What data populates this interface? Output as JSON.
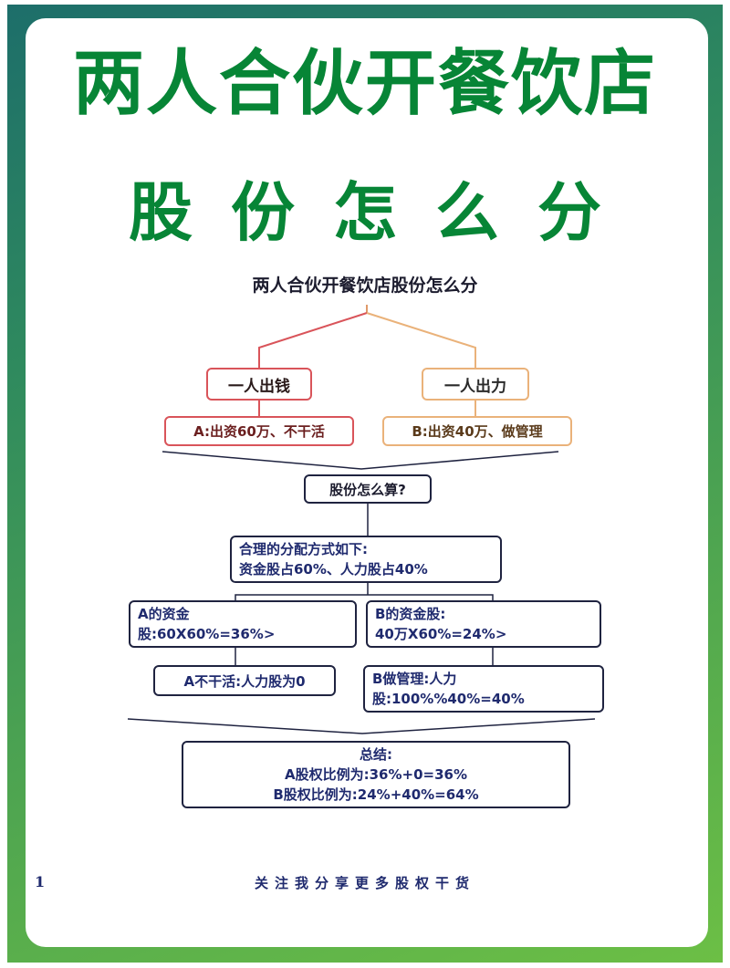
{
  "header": {
    "title_line1": "两人合伙开餐饮店",
    "title_line2": "股份怎么分"
  },
  "diagram": {
    "root": "两人合伙开餐饮店股份怎么分",
    "branch_a": {
      "label": "一人出钱",
      "detail": "A:出资60万、不干活",
      "color": "#d9545a"
    },
    "branch_b": {
      "label": "一人出力",
      "detail": "B:出资40万、做管理",
      "color": "#eab27a"
    },
    "question": "股份怎么算?",
    "method": {
      "line1": "合理的分配方式如下:",
      "line2": "资金股占60%、人力股占40%"
    },
    "a_capital": {
      "line1": "A的资金",
      "line2": "股:60X60%=36%>"
    },
    "b_capital": {
      "line1": "B的资金股:",
      "line2": "40万X60%=24%>"
    },
    "a_labor": "A不干活:人力股为0",
    "b_labor": {
      "line1": "B做管理:人力",
      "line2": "股:100%%40%=40%"
    },
    "summary": {
      "title": "总结:",
      "line_a": "A股权比例为:36%+0=36%",
      "line_b": "B股权比例为:24%+40%=64%"
    }
  },
  "footer": {
    "page_number": "1",
    "text": "关注我分享更多股权干货"
  },
  "colors": {
    "title_green": "#078536",
    "navy_text": "#1f2a6e",
    "frame_start": "#1d6e6a",
    "frame_end": "#6cbf45"
  }
}
